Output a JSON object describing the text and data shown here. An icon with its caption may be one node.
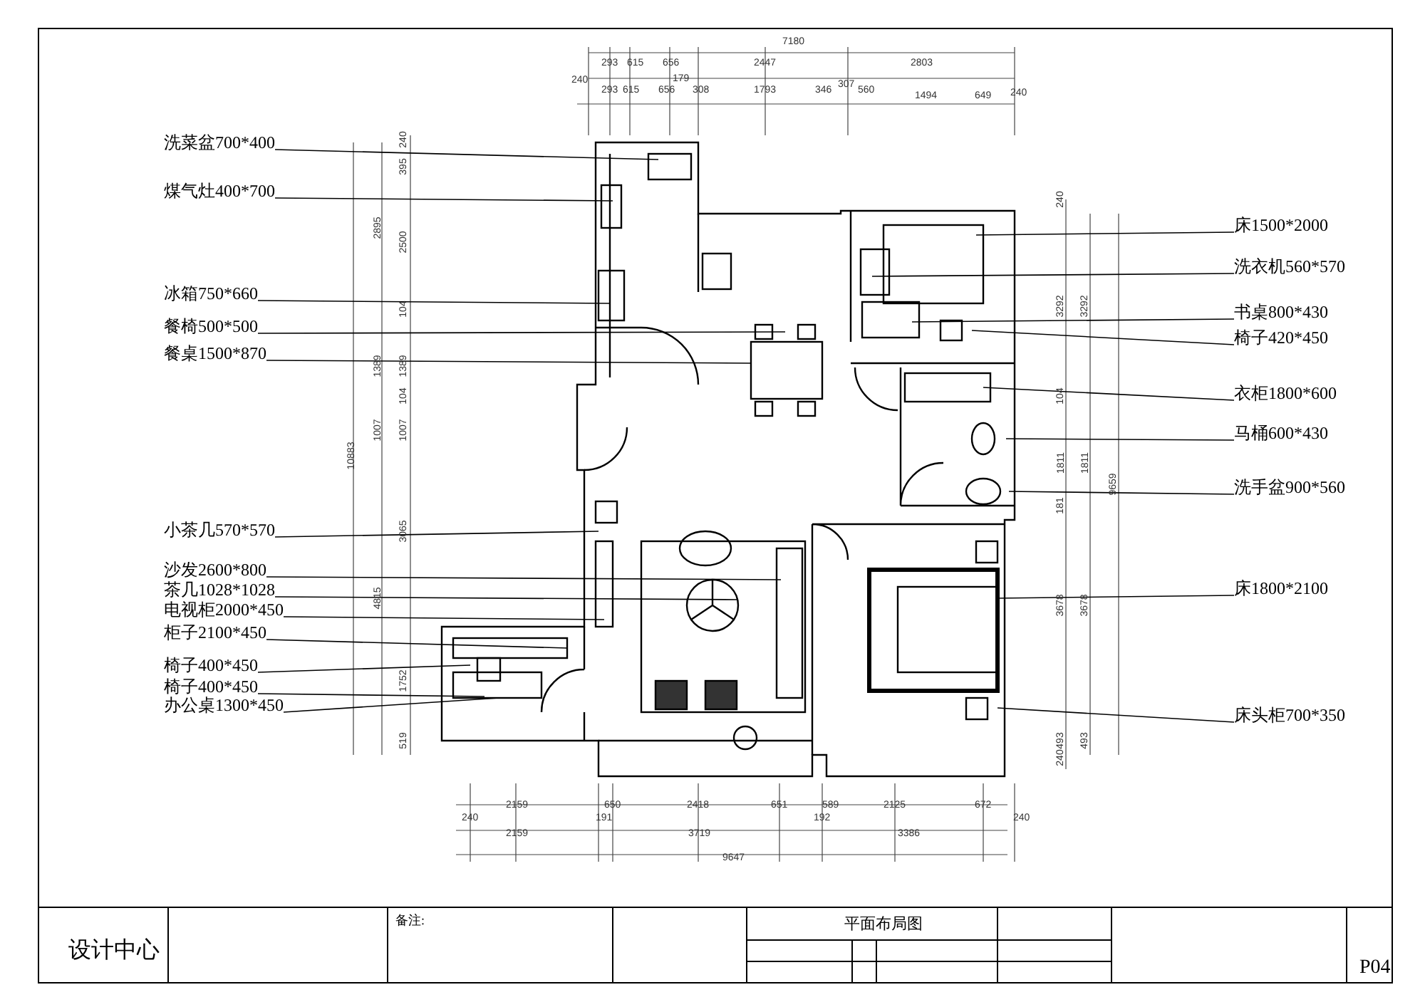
{
  "diagram": {
    "nodes": [
      {
        "text": [
          "洗菜盆700*400"
        ]
      },
      {
        "text": [
          "煤气灶400*700"
        ]
      },
      {
        "text": [
          "冰箱750*660"
        ]
      },
      {
        "text": [
          "餐椅500*500"
        ]
      },
      {
        "text": [
          "餐桌1500*870"
        ]
      },
      {
        "text": [
          "小茶几570*570"
        ]
      },
      {
        "text": [
          "沙发2600*800"
        ]
      },
      {
        "text": [
          "茶几1028*1028"
        ]
      },
      {
        "text": [
          "电视柜2000*450"
        ]
      },
      {
        "text": [
          "柜子2100*450"
        ]
      },
      {
        "text": [
          "椅子400*450"
        ]
      },
      {
        "text": [
          "椅子400*450"
        ]
      },
      {
        "text": [
          "办公桌1300*450"
        ]
      },
      {
        "text": [
          "床1500*2000"
        ]
      },
      {
        "text": [
          "洗衣机560*570"
        ]
      },
      {
        "text": [
          "书桌800*430"
        ]
      },
      {
        "text": [
          "椅子420*450"
        ]
      },
      {
        "text": [
          "衣柜1800*600"
        ]
      },
      {
        "text": [
          "马桶600*430"
        ]
      },
      {
        "text": [
          "洗手盆900*560"
        ]
      },
      {
        "text": [
          "床1800*2100"
        ]
      },
      {
        "text": [
          "床头柜700*350"
        ]
      }
    ],
    "edges": [
      {
        "from": 0,
        "to": null,
        "arrow": "none"
      },
      {
        "from": 1,
        "to": null,
        "arrow": "none"
      },
      {
        "from": 2,
        "to": null,
        "arrow": "none"
      },
      {
        "from": 3,
        "to": null,
        "arrow": "none"
      },
      {
        "from": 4,
        "to": null,
        "arrow": "none"
      },
      {
        "from": 5,
        "to": null,
        "arrow": "none"
      },
      {
        "from": 6,
        "to": null,
        "arrow": "none"
      },
      {
        "from": 7,
        "to": null,
        "arrow": "none"
      },
      {
        "from": 8,
        "to": null,
        "arrow": "none"
      },
      {
        "from": 9,
        "to": null,
        "arrow": "none"
      },
      {
        "from": 10,
        "to": null,
        "arrow": "none"
      },
      {
        "from": 11,
        "to": null,
        "arrow": "none"
      },
      {
        "from": 12,
        "to": null,
        "arrow": "none"
      },
      {
        "from": 13,
        "to": null,
        "arrow": "none"
      },
      {
        "from": 14,
        "to": null,
        "arrow": "none"
      },
      {
        "from": 15,
        "to": null,
        "arrow": "none"
      },
      {
        "from": 16,
        "to": null,
        "arrow": "none"
      },
      {
        "from": 17,
        "to": null,
        "arrow": "none"
      },
      {
        "from": 18,
        "to": null,
        "arrow": "none"
      },
      {
        "from": 19,
        "to": null,
        "arrow": "none"
      },
      {
        "from": 20,
        "to": null,
        "arrow": "none"
      },
      {
        "from": 21,
        "to": null,
        "arrow": "none"
      }
    ],
    "labels": [
      "7180",
      "293",
      "615",
      "656",
      "2447",
      "2803",
      "240",
      "293",
      "615",
      "656",
      "179",
      "308",
      "1793",
      "346",
      "307",
      "560",
      "1494",
      "649",
      "240",
      "240",
      "395",
      "2500",
      "104",
      "1389",
      "104",
      "1007",
      "3065",
      "1752",
      "519",
      "2895",
      "1389",
      "1007",
      "4815",
      "10883",
      "240",
      "3292",
      "104",
      "1811",
      "181",
      "3678",
      "493",
      "240",
      "3292",
      "1811",
      "3678",
      "493",
      "9659",
      "2159",
      "650",
      "2418",
      "651",
      "589",
      "2125",
      "672",
      "240",
      "191",
      "192",
      "240",
      "2159",
      "3719",
      "3386",
      "9647",
      "设计中心",
      "备注:",
      "平面布局图",
      "P04"
    ]
  }
}
